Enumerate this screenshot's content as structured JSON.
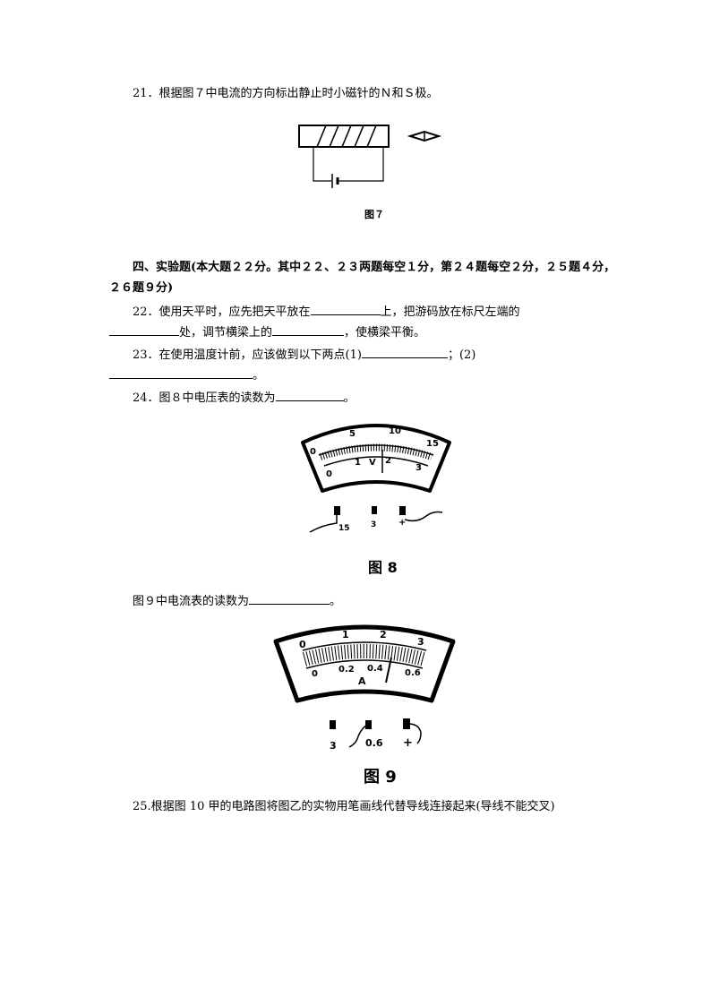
{
  "q21": {
    "text": "21．根据图７中电流的方向标出静止时小磁针的Ｎ和Ｓ极。"
  },
  "fig7": {
    "caption": "图７"
  },
  "section4": {
    "line1": "四、实验题(本大题２２分。其中２２、２３两题每空１分，第２４题每空２分，２５题４分，",
    "line2": "２６题９分)"
  },
  "q22": {
    "a": "22．使用天平时，应先把天平放在",
    "b": "上，把游码放在标尺左端的",
    "c": "处，调节横梁上的",
    "d": "，使横梁平衡。"
  },
  "q23": {
    "a": "23．在使用温度计前，应该做到以下两点(1)",
    "b": "；(2)",
    "c": "。"
  },
  "q24": {
    "a": "24．图８中电压表的读数为",
    "b": "。"
  },
  "fig8": {
    "caption": "图 8",
    "top_scale": [
      "0",
      "5",
      "10",
      "15"
    ],
    "bottom_scale": [
      "0",
      "1",
      "V",
      "2",
      "3"
    ],
    "terminals": [
      "15",
      "3",
      "+"
    ]
  },
  "fig9_q": {
    "a": "图９中电流表的读数为",
    "b": "。"
  },
  "fig9": {
    "caption": "图 9",
    "top_scale": [
      "0",
      "1",
      "2",
      "3"
    ],
    "bottom_scale": [
      "0",
      "0.2",
      "0.4",
      "0.6"
    ],
    "unit": "A",
    "terminals": [
      "3",
      "0.6",
      "+"
    ]
  },
  "q25": {
    "text": "25.根据图 10 甲的电路图将图乙的实物用笔画线代替导线连接起来(导线不能交叉)"
  }
}
